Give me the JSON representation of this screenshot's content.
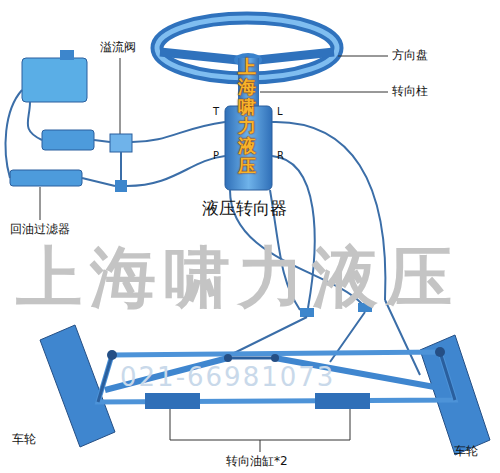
{
  "diagram": {
    "nodes": [
      {
        "text": [
          "上海啸力液压",
          "液压转向器"
        ]
      }
    ],
    "labels": [
      "方向盘",
      "转向柱",
      "溢流阀",
      "回油过滤器",
      "T",
      "L",
      "P",
      "R",
      "上海啸力液压",
      "021-66981073",
      "车轮",
      "车轮",
      "转向油缸*2"
    ]
  }
}
